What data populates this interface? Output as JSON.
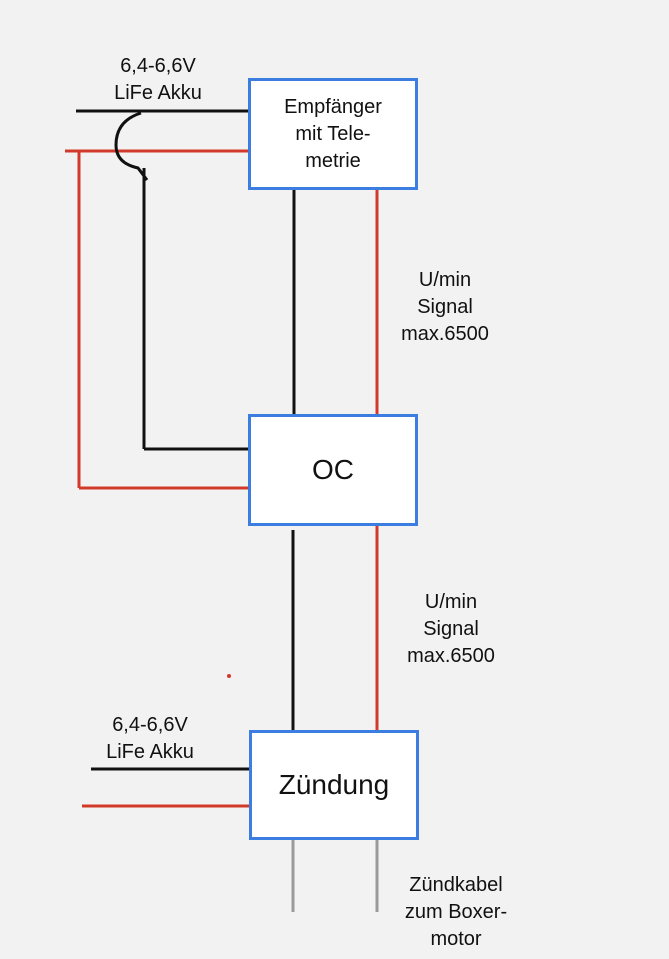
{
  "colors": {
    "box_border": "#3b7de0",
    "wire_black": "#111111",
    "wire_red": "#d13a2a",
    "wire_gray": "#9a9a9a",
    "background": "#f2f2f2"
  },
  "boxes": {
    "receiver": {
      "line1": "Empfänger",
      "line2": "mit Tele-",
      "line3": "metrie"
    },
    "oc": {
      "label": "OC"
    },
    "ignition": {
      "label": "Zündung"
    }
  },
  "labels": {
    "battery_top": {
      "line1": "6,4-6,6V",
      "line2": "LiFe Akku"
    },
    "signal_top": {
      "line1": "U/min",
      "line2": "Signal",
      "line3": "max.6500"
    },
    "signal_bottom": {
      "line1": "U/min",
      "line2": "Signal",
      "line3": "max.6500"
    },
    "battery_bottom": {
      "line1": "6,4-6,6V",
      "line2": "LiFe Akku"
    },
    "ignition_cable": {
      "line1": "Zündkabel",
      "line2": "zum Boxer-",
      "line3": "motor"
    }
  }
}
